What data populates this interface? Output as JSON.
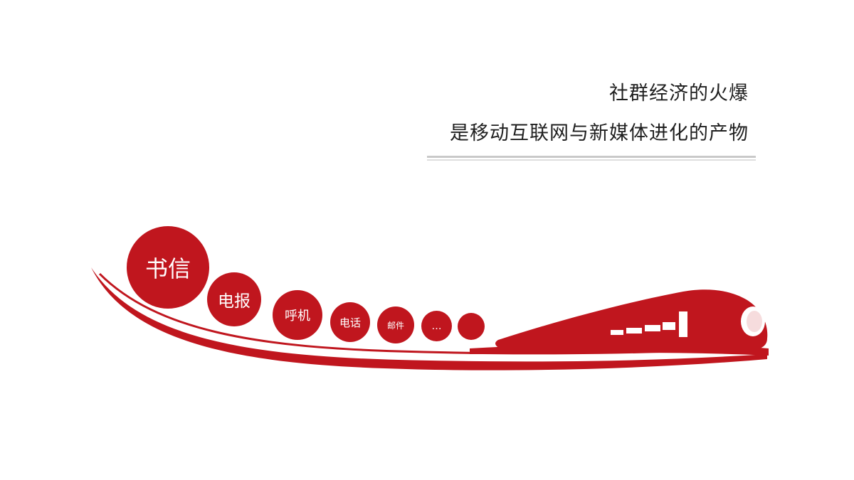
{
  "headline": {
    "line1": "社群经济的火爆",
    "line2": "是移动互联网与新媒体进化的产物"
  },
  "bubbles": [
    {
      "label": "书信"
    },
    {
      "label": "电报"
    },
    {
      "label": "呼机"
    },
    {
      "label": "电话"
    },
    {
      "label": "邮件"
    },
    {
      "label": "…"
    },
    {
      "label": ""
    }
  ],
  "colors": {
    "accent": "#c0161e",
    "text": "#1f1f1f",
    "divider": "#c9c9c9"
  },
  "icons": {
    "train": "high-speed-train-icon"
  }
}
